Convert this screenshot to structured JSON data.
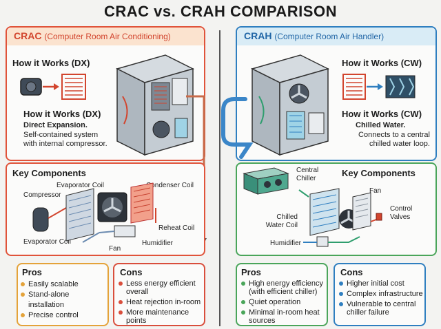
{
  "title": "CRAC vs. CRAH COMPARISON",
  "colors": {
    "crac_accent": "#e0533a",
    "crac_header_bg": "#fbe3cf",
    "crah_accent": "#2f7fc0",
    "crah_header_bg": "#d9ecf6",
    "pros_border": "#e4a33a",
    "cons_border": "#d94e3c",
    "crah_pros_border": "#4aa55a",
    "crah_cons_border": "#2f7fc0"
  },
  "crac": {
    "header_main": "CRAC",
    "header_sub": "(Computer Room Air Conditioning)",
    "how_title_1": "How it Works (DX)",
    "how_title_2": "How it Works (DX)",
    "how_bold": "Direct Expansion.",
    "how_desc": "Self-contained system with internal compressor.",
    "key_title": "Key Components",
    "components": {
      "evaporator_top": "Evaporator Coil",
      "condenser": "Condenser Coil",
      "compressor": "Compressor",
      "reheat": "Reheat Coil",
      "evaporator_bottom": "Evaporator Coil",
      "humidifier": "Humidifier",
      "fan": "Fan"
    },
    "pros_title": "Pros",
    "pros": [
      "Easily scalable",
      "Stand-alone installation",
      "Precise control"
    ],
    "cons_title": "Cons",
    "cons": [
      "Less energy efficient overall",
      "Heat rejection in-room",
      "More maintenance points"
    ]
  },
  "crah": {
    "header_main": "CRAH",
    "header_sub": "(Computer Room Air Handler)",
    "how_title_1": "How it Works (CW)",
    "how_title_2": "How it Works (CW)",
    "how_bold": "Chilled Water.",
    "how_desc": "Connects to a central chilled water loop.",
    "key_title": "Key Components",
    "components": {
      "central_chiller": "Central Chiller",
      "fan": "Fan",
      "control_valves": "Control Valves",
      "chilled_water_coil": "Chilled Water Coil",
      "humidifier": "Humidifier"
    },
    "pros_title": "Pros",
    "pros": [
      "High energy efficiency (with efficient chiller)",
      "Quiet operation",
      "Minimal in-room heat sources"
    ],
    "cons_title": "Cons",
    "cons": [
      "Higher initial cost",
      "Complex infrastructure",
      "Vulnerable to central chiller failure"
    ]
  }
}
